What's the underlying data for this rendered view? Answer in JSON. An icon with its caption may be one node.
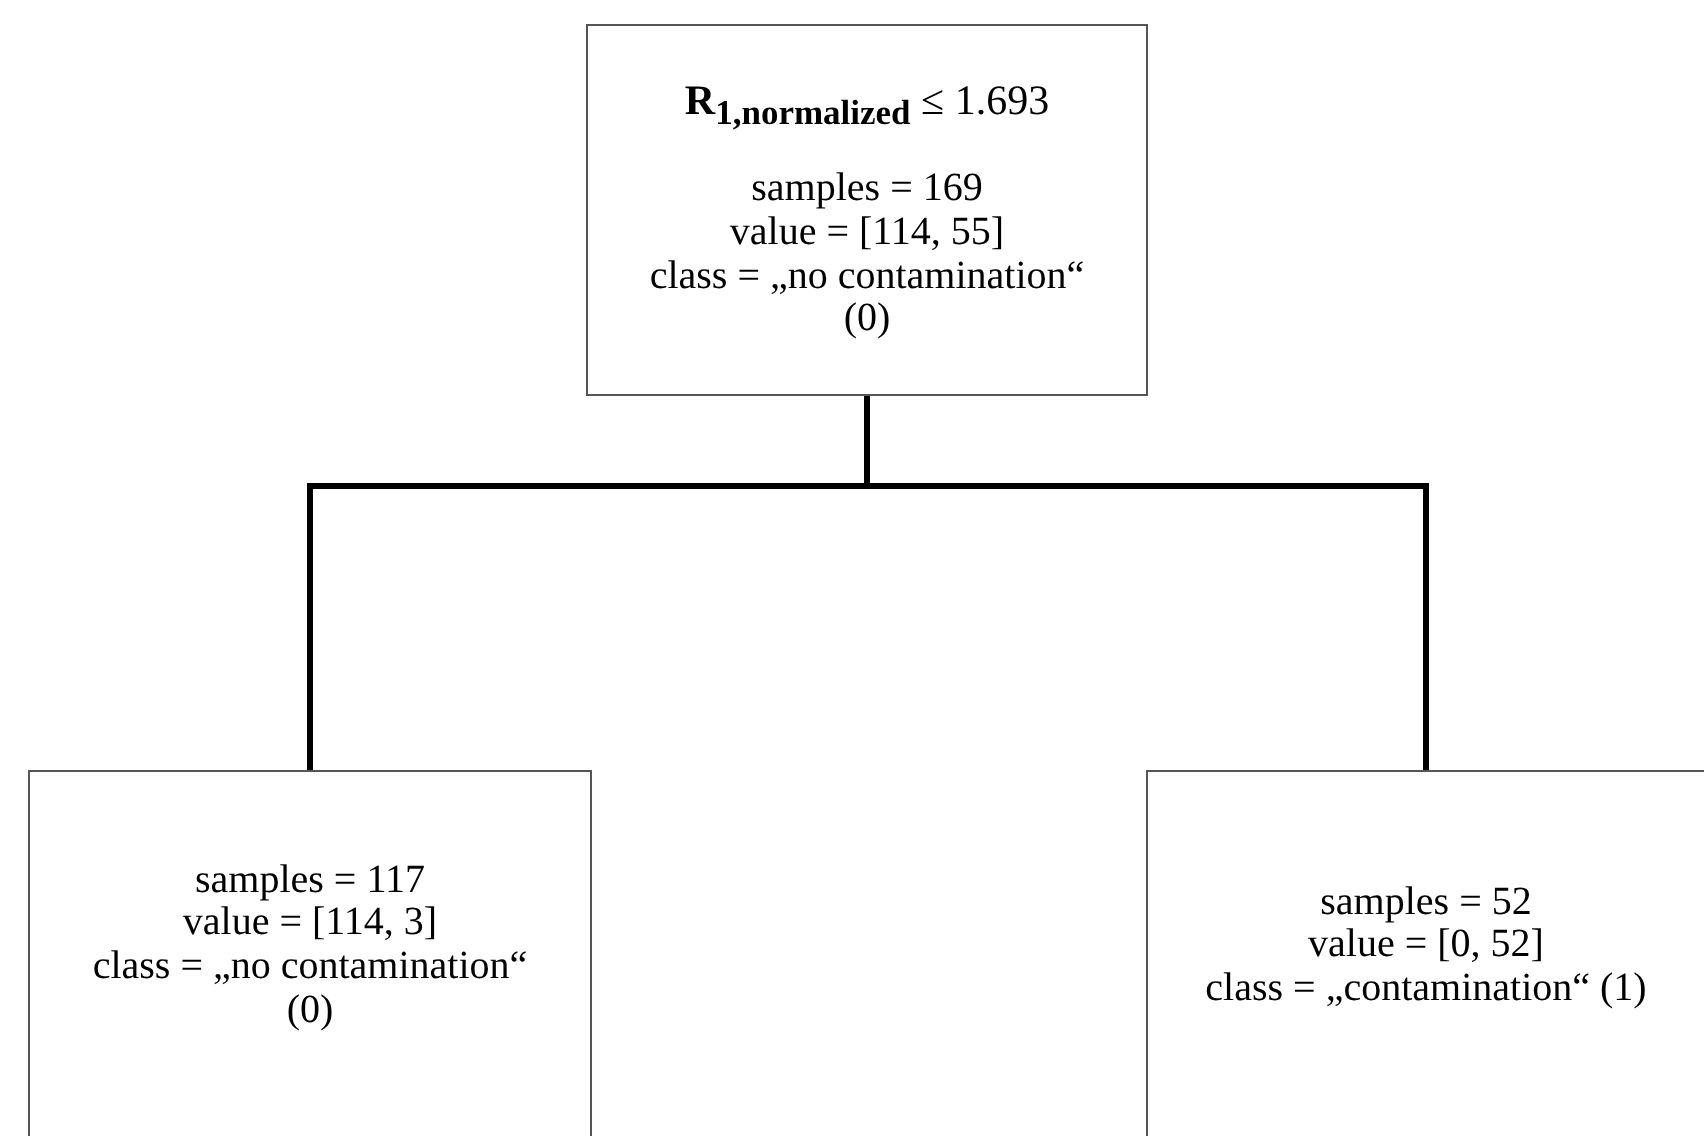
{
  "diagram": {
    "nodes": [
      {
        "text": [
          "**R**$_{1,normalized}$ ≤ 1.693",
          "samples = 169",
          "value = [114, 55]",
          "class = „no contamination“ (0)"
        ]
      },
      {
        "text": [
          "samples = 117",
          "value = [114, 3]",
          "class = „no contamination“ (0)"
        ]
      },
      {
        "text": [
          "samples = 52",
          "value = [0, 52]",
          "class = „contamination“ (1)"
        ]
      }
    ],
    "edges": [
      {
        "from": 0,
        "to": 1,
        "arrow": "none"
      },
      {
        "from": 0,
        "to": 2,
        "arrow": "none"
      }
    ]
  }
}
